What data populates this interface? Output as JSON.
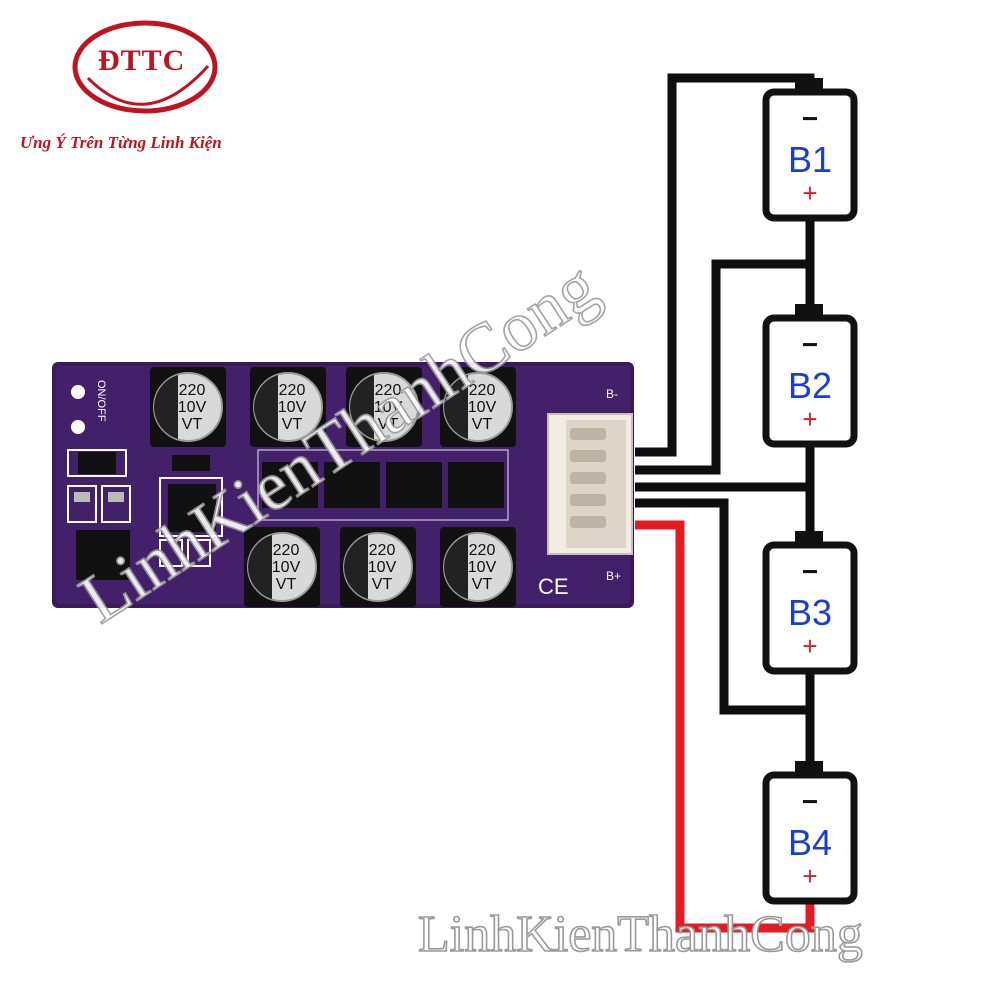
{
  "brand": {
    "logo_text": "ĐTTC",
    "tagline": "Ưng Ý Trên Từng Linh Kiện",
    "color": "#c1121f"
  },
  "watermark": {
    "bottom": "LinhKienThanhCong",
    "diagonal": "LinhKienThanhCong"
  },
  "board": {
    "color": "#3b1a5c",
    "switch_label": "ON/OFF",
    "pin_top": "B-",
    "pin_bottom": "B+",
    "ce_mark": "CE",
    "capacitors_top": [
      {
        "lines": [
          "220",
          "10V",
          "VT"
        ]
      },
      {
        "lines": [
          "220",
          "10V",
          "VT"
        ]
      },
      {
        "lines": [
          "220",
          "10V",
          "VT"
        ]
      },
      {
        "lines": [
          "220",
          "10V",
          "VT"
        ]
      }
    ],
    "capacitors_bottom": [
      {
        "lines": [
          "220",
          "10V",
          "VT"
        ]
      },
      {
        "lines": [
          "220",
          "10V",
          "VT"
        ]
      },
      {
        "lines": [
          "220",
          "10V",
          "VT"
        ]
      }
    ]
  },
  "batteries": [
    {
      "label": "B1",
      "minus": "−",
      "plus": "+"
    },
    {
      "label": "B2",
      "minus": "−",
      "plus": "+"
    },
    {
      "label": "B3",
      "minus": "−",
      "plus": "+"
    },
    {
      "label": "B4",
      "minus": "−",
      "plus": "+"
    }
  ],
  "colors": {
    "wire_black": "#0d0d0d",
    "wire_red": "#e41b23",
    "battery_label": "#1a3fd0",
    "plus_sign": "#e41b23"
  }
}
